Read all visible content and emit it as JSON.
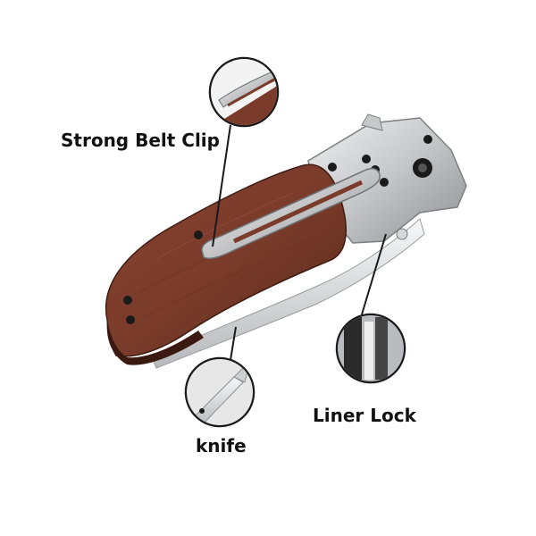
{
  "callouts": {
    "belt_clip": "Strong Belt Clip",
    "liner_lock": "Liner Lock",
    "knife": "knife"
  },
  "colors": {
    "wood": "#7a3b2a",
    "wood_dark": "#4e2217",
    "steel": "#c9cacc",
    "steel_dark": "#8d8f93",
    "blade": "#e4e5e7",
    "leader": "#1a1a1a"
  }
}
